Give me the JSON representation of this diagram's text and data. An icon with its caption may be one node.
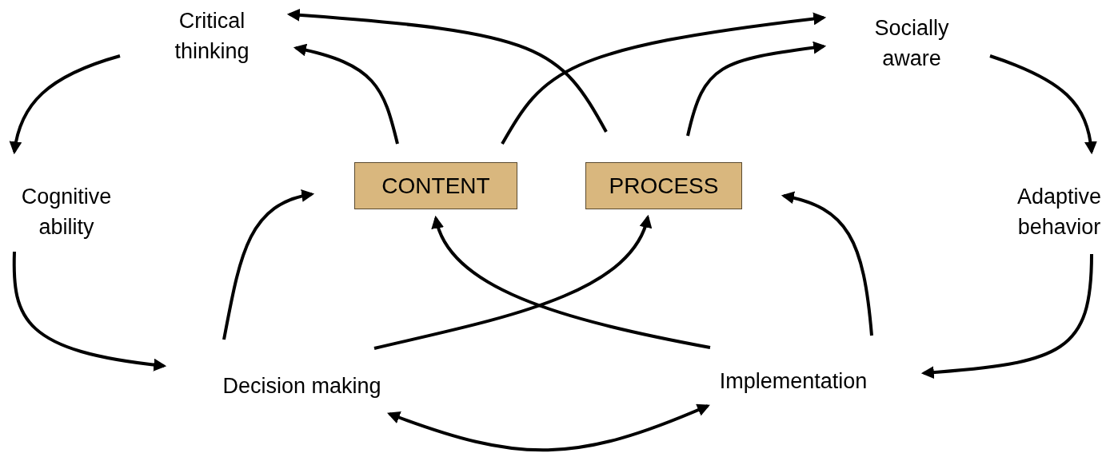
{
  "diagram": {
    "nodes": [
      {
        "text": [
          "Critical thinking"
        ]
      },
      {
        "text": [
          "Socially aware"
        ]
      },
      {
        "text": [
          "CONTENT"
        ]
      },
      {
        "text": [
          "PROCESS"
        ]
      },
      {
        "text": [
          "Cognitive ability"
        ]
      },
      {
        "text": [
          "Adaptive behavior"
        ]
      },
      {
        "text": [
          "Decision making"
        ]
      },
      {
        "text": [
          "Implementation"
        ]
      }
    ],
    "edges": [
      {
        "from": 0,
        "to": 4,
        "arrow": "to"
      },
      {
        "from": 4,
        "to": 6,
        "arrow": "to"
      },
      {
        "from": 6,
        "to": 2,
        "arrow": "to"
      },
      {
        "from": 6,
        "to": 3,
        "arrow": "to"
      },
      {
        "from": 7,
        "to": 2,
        "arrow": "to"
      },
      {
        "from": 7,
        "to": 3,
        "arrow": "to"
      },
      {
        "from": 5,
        "to": 7,
        "arrow": "to"
      },
      {
        "from": 1,
        "to": 5,
        "arrow": "to"
      },
      {
        "from": 2,
        "to": 0,
        "arrow": "to"
      },
      {
        "from": 2,
        "to": 1,
        "arrow": "to"
      },
      {
        "from": 3,
        "to": 0,
        "arrow": "to"
      },
      {
        "from": 3,
        "to": 1,
        "arrow": "to"
      },
      {
        "from": 6,
        "to": 7,
        "arrow": "both"
      }
    ]
  }
}
